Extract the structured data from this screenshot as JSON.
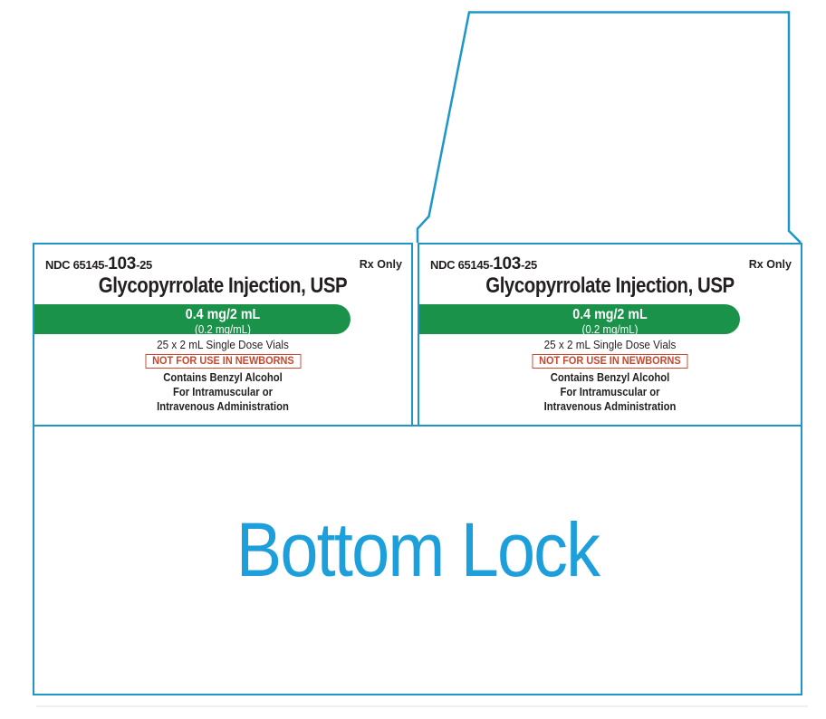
{
  "colors": {
    "dieline_cyan": "#1e96c8",
    "bottom_lock_blue": "#1c9fdb",
    "strength_bar_green": "#1b9249",
    "warning_red": "#c9472f",
    "text_ink": "#231f1f"
  },
  "label": {
    "ndc_prefix": "NDC 65145-",
    "ndc_mid": "103",
    "ndc_suffix": "-25",
    "rx_only": "Rx Only",
    "title": "Glycopyrrolate Injection, USP",
    "strength": "0.4 mg/2 mL",
    "concentration": "(0.2 mg/mL)",
    "contents": "25 x 2 mL Single Dose Vials",
    "warning": "NOT FOR USE IN NEWBORNS",
    "note1": "Contains Benzyl Alcohol",
    "note2": "For Intramuscular or",
    "note3": "Intravenous Administration"
  },
  "bottom": {
    "label": "Bottom Lock"
  }
}
